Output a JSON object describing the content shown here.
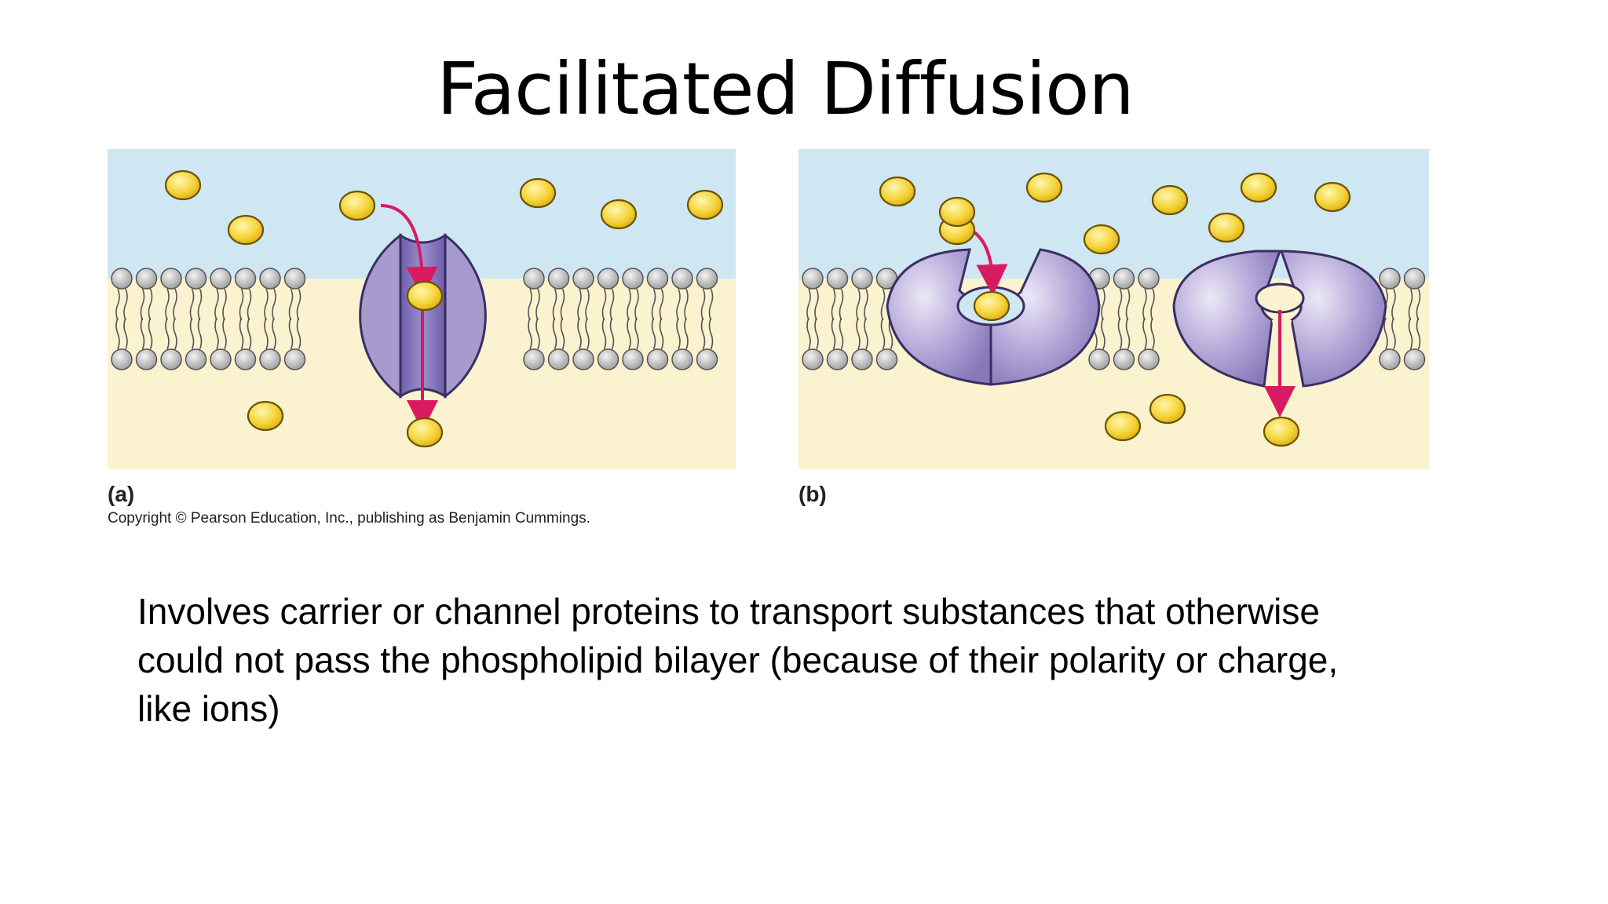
{
  "slide": {
    "title": "Facilitated Diffusion",
    "panel_a_label": "(a)",
    "panel_b_label": "(b)",
    "copyright": "Copyright © Pearson Education, Inc., publishing as Benjamin Cummings.",
    "body": "Involves carrier or channel proteins to transport substances that otherwise could not pass the phospholipid bilayer (because of their polarity or charge, like ions)"
  },
  "colors": {
    "extracellular": "#cfe6f3",
    "cytoplasm": "#fbf2cf",
    "protein": "#a79bcd",
    "protein_dark": "#7a6aae",
    "molecule": "#f3d23a",
    "arrow": "#d81b60",
    "lipid_head": "#b5b5b5"
  },
  "icons": {
    "molecule": "solute-molecule-icon",
    "arrow": "diffusion-arrow-icon",
    "lipid": "phospholipid-icon"
  }
}
